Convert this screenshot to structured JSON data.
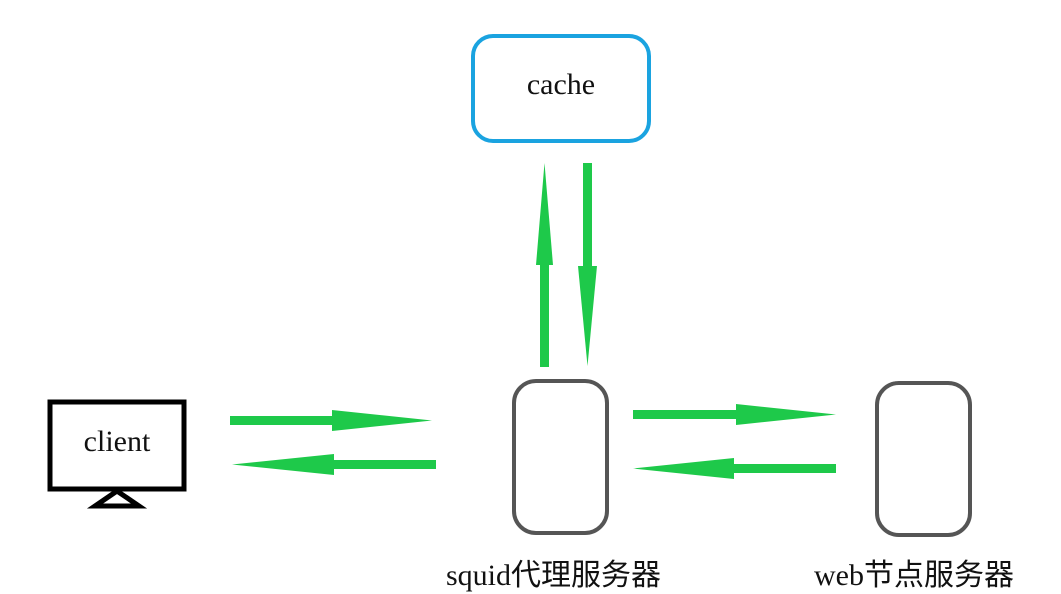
{
  "nodes": {
    "cache": {
      "label": "cache"
    },
    "client": {
      "label": "client"
    },
    "proxy": {
      "label": "squid代理服务器"
    },
    "web": {
      "label": "web节点服务器"
    }
  },
  "colors": {
    "arrow": "#1ec94a",
    "cache_border": "#1aa3e0",
    "server_border": "#555555",
    "monitor_border": "#000000"
  }
}
